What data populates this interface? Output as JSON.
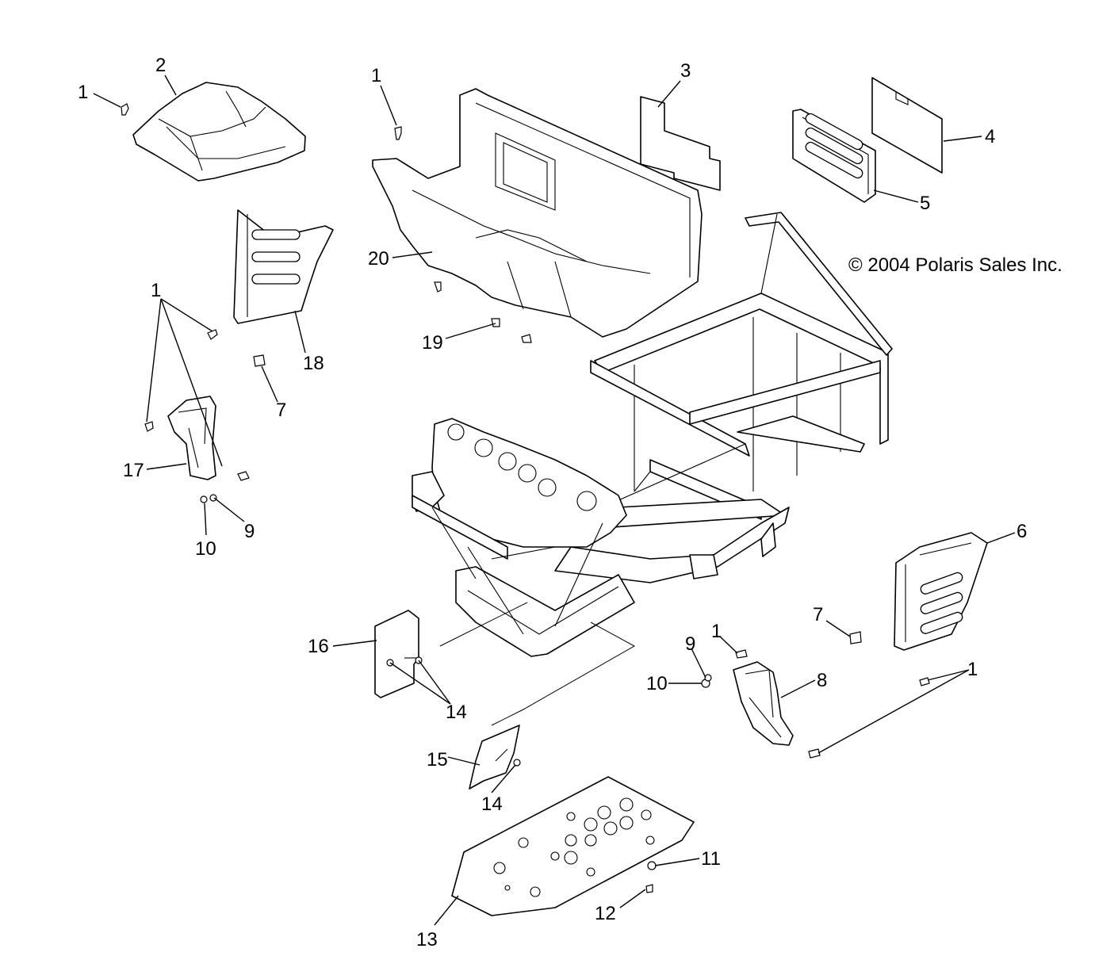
{
  "copyright": "© 2004 Polaris Sales Inc.",
  "callouts": {
    "c1a": "1",
    "c2": "2",
    "c1b": "1",
    "c3": "3",
    "c4": "4",
    "c5": "5",
    "c20": "20",
    "c1c": "1",
    "c18": "18",
    "c19": "19",
    "c7a": "7",
    "c17": "17",
    "c9a": "9",
    "c10a": "10",
    "c6": "6",
    "c7b": "7",
    "c16": "16",
    "c9b": "9",
    "c1d": "1",
    "c10b": "10",
    "c8": "8",
    "c1e": "1",
    "c14a": "14",
    "c15": "15",
    "c14b": "14",
    "c11": "11",
    "c12": "12",
    "c13": "13"
  }
}
